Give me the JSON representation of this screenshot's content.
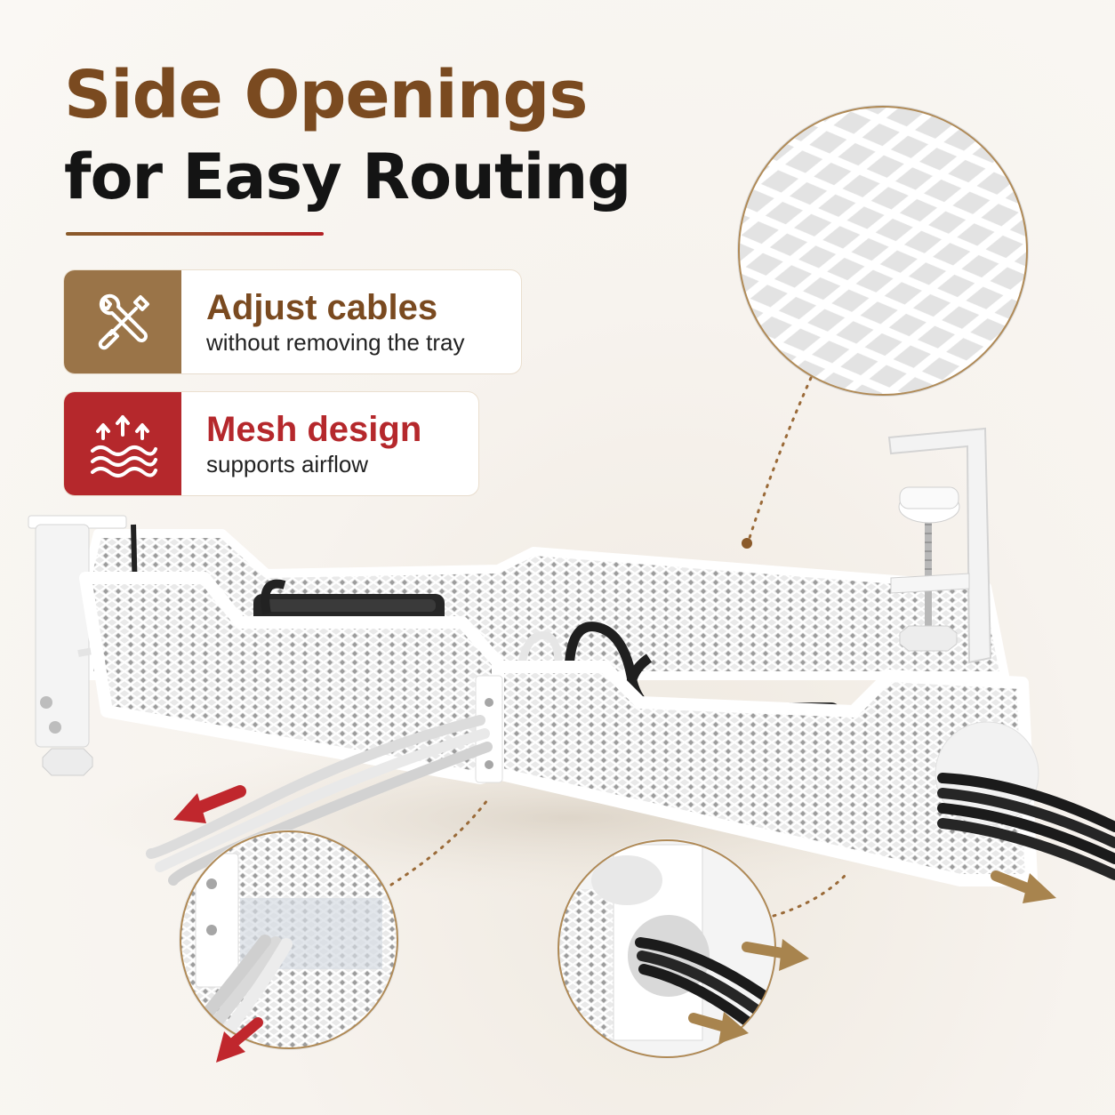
{
  "headline": {
    "line1": "Side Openings",
    "line2": "for Easy Routing"
  },
  "features": [
    {
      "icon": "tools-icon",
      "title": "Adjust cables",
      "subtitle": "without removing the tray",
      "color": "#9a7448"
    },
    {
      "icon": "airflow-icon",
      "title": "Mesh design",
      "subtitle": "supports airflow",
      "color": "#b5282c"
    }
  ],
  "colors": {
    "brown": "#7a4a20",
    "gold": "#9a7448",
    "red": "#b5282c",
    "arrow_gold": "#a8844e",
    "arrow_red": "#c0272d"
  }
}
